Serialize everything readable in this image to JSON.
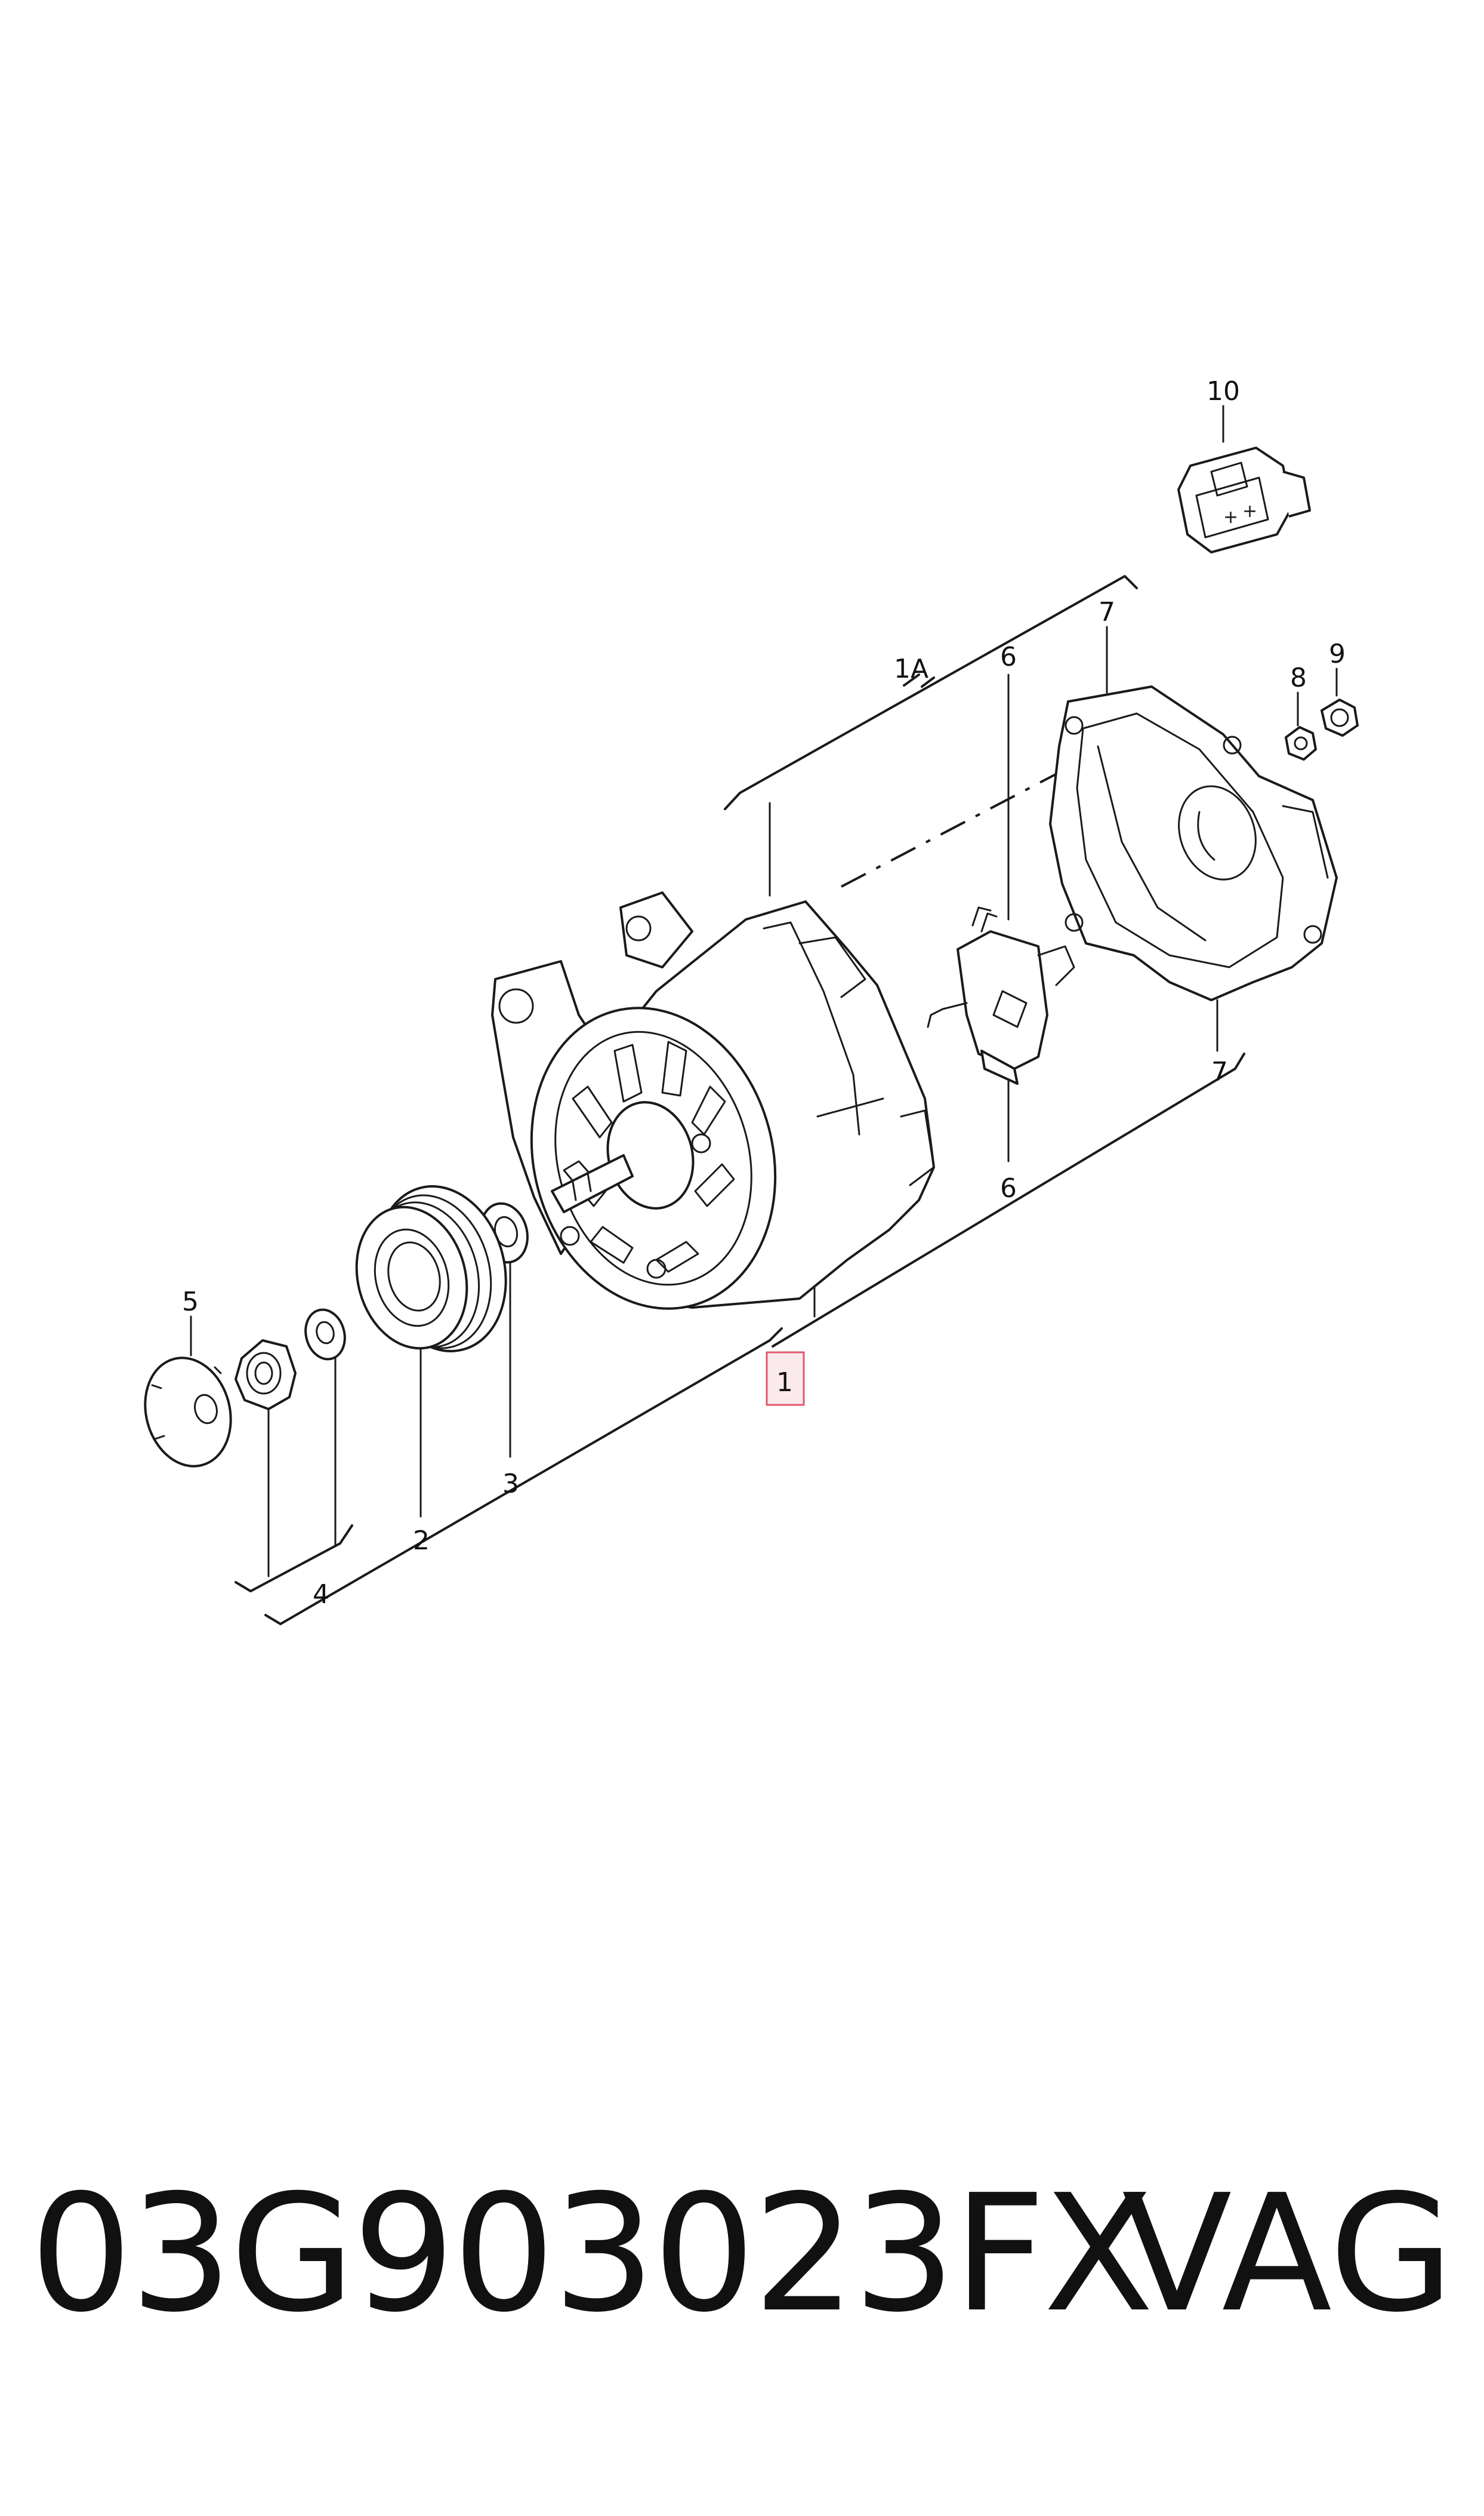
{
  "diagram": {
    "callouts": {
      "c1": "1",
      "c1a": "1A",
      "c2": "2",
      "c3": "3",
      "c4": "4",
      "c5": "5",
      "c6_top": "6",
      "c6_bottom": "6",
      "c7_top": "7",
      "c7_bottom": "7",
      "c8": "8",
      "c9": "9",
      "c10": "10"
    },
    "highlight_color": "#e05a6a"
  },
  "footer": {
    "part_number": "03G903023FX",
    "brand": "VAG"
  }
}
